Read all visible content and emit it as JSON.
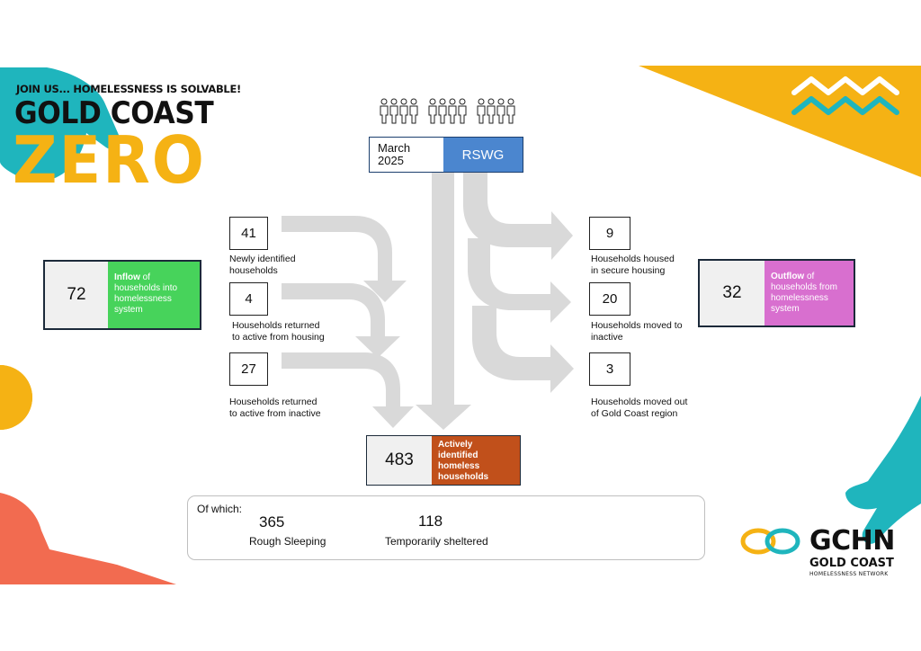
{
  "header": {
    "tagline": "JOIN US... HOMELESSNESS IS SOLVABLE!",
    "title_line1": "GOLD COAST",
    "title_line2": "ZERO"
  },
  "period": {
    "month": "March",
    "year": "2025",
    "group": "RSWG"
  },
  "inflow": {
    "total": "72",
    "label_bold": "Inflow",
    "label_rest": " of households into homelessness system",
    "items": [
      {
        "value": "41",
        "label_line1": "Newly identified",
        "label_line2": "households"
      },
      {
        "value": "4",
        "label_line1": "Households returned",
        "label_line2": "to active from housing"
      },
      {
        "value": "27",
        "label_line1": "Households returned",
        "label_line2": "to active from inactive"
      }
    ]
  },
  "outflow": {
    "total": "32",
    "label_bold": "Outflow",
    "label_rest": " of households from homelessness system",
    "items": [
      {
        "value": "9",
        "label_line1": "Households housed",
        "label_line2": "in secure housing"
      },
      {
        "value": "20",
        "label_line1": "Households moved to",
        "label_line2": "inactive"
      },
      {
        "value": "3",
        "label_line1": "Households moved out",
        "label_line2": "of Gold Coast region"
      }
    ]
  },
  "active": {
    "value": "483",
    "label": "Actively identified homeless households"
  },
  "breakdown": {
    "heading": "Of which:",
    "rough_value": "365",
    "rough_label": "Rough Sleeping",
    "temp_value": "118",
    "temp_label": "Temporarily sheltered"
  },
  "logo": {
    "abbr": "GCHN",
    "line1": "GOLD COAST",
    "line2": "HOMELESSNESS NETWORK"
  },
  "colors": {
    "yellow": "#f5b214",
    "teal": "#1fb5bd",
    "coral": "#f26b50",
    "inflow_green": "#47d35b",
    "outflow_magenta": "#d86fcf",
    "active_orange": "#c1501b",
    "rswg_blue": "#4b86cf",
    "arrow_grey": "#d9d9d9"
  }
}
